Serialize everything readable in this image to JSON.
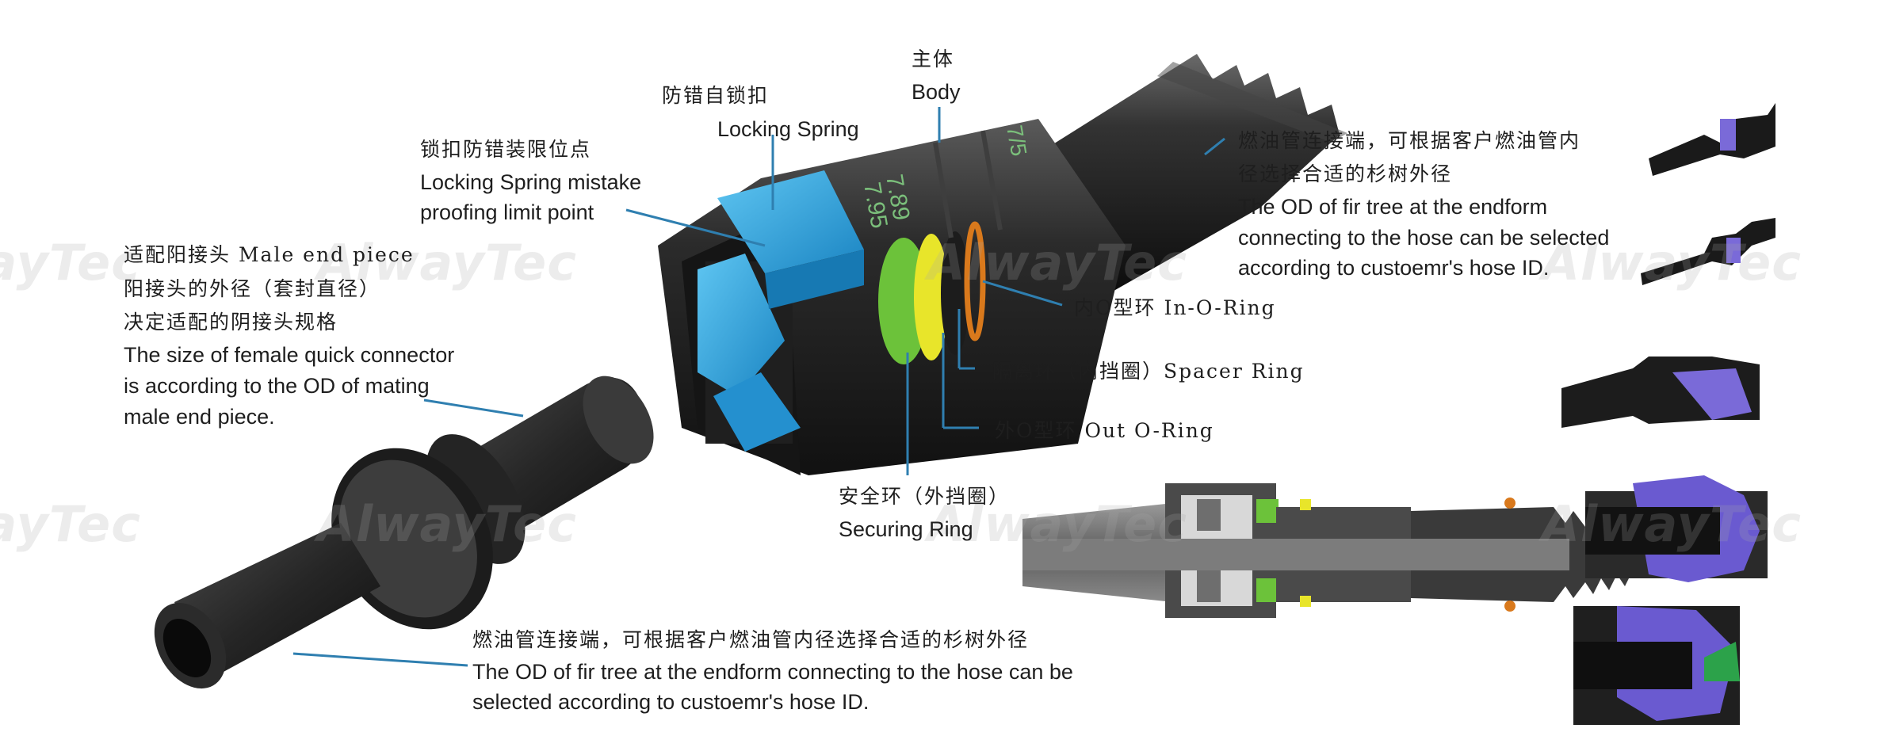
{
  "watermark": "AlwayTec",
  "labels": {
    "body_zh": "主体",
    "body_en": "Body",
    "locking_spring_zh": "防错自锁扣",
    "locking_spring_en": "Locking Spring",
    "limit_point_zh": "锁扣防错装限位点",
    "limit_point_en_1": "Locking Spring  mistake",
    "limit_point_en_2": "proofing limit point",
    "male_end_zh_1": "适配阳接头 Male end piece",
    "male_end_zh_2": "阳接头的外径（套封直径）",
    "male_end_zh_3": "决定适配的阴接头规格",
    "male_end_en_1": "The size of female quick connector",
    "male_end_en_2": "is according to the OD of mating",
    "male_end_en_3": "male end piece.",
    "fir_tree_top_zh_1": "燃油管连接端，可根据客户燃油管内",
    "fir_tree_top_zh_2": "径选择合适的杉树外径",
    "fir_tree_top_en_1": "The OD of fir tree at the endform",
    "fir_tree_top_en_2": "connecting to the hose can be selected",
    "fir_tree_top_en_3": "according to custoemr's hose ID.",
    "in_o_ring": "内O型环 In-O-Ring",
    "spacer_ring": "隔离环（内挡圈）Spacer Ring",
    "out_o_ring": "外O型环   Out O-Ring",
    "securing_ring_zh": "安全环（外挡圈）",
    "securing_ring_en": "Securing Ring",
    "fir_tree_bottom_zh": "燃油管连接端，可根据客户燃油管内径选择合适的杉树外径",
    "fir_tree_bottom_en_1": "The OD of fir tree at the endform connecting to the hose can be",
    "fir_tree_bottom_en_2": "selected according to custoemr's hose ID."
  },
  "body_markings": [
    "7.89",
    "7.95",
    "7/5"
  ],
  "colors": {
    "body": "#2a2a2a",
    "locking_spring": "#2fa8e0",
    "in_o_ring": "#d9791c",
    "spacer_ring": "#e8e52a",
    "out_o_ring": "#6cc23a",
    "leader_line": "#2f7fb0",
    "purple_part": "#7a6ad8"
  }
}
